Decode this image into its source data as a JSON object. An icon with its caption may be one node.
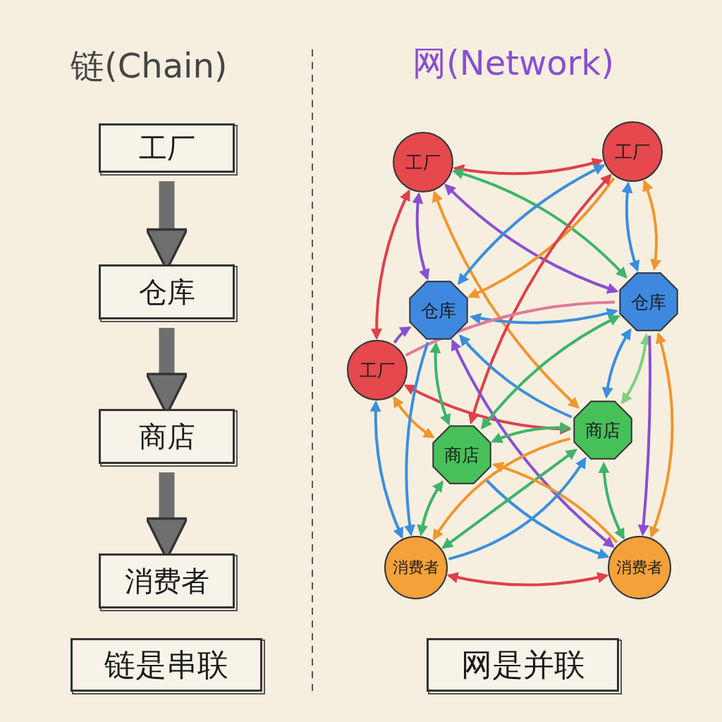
{
  "diagram": {
    "nodes": [
      {
        "text": [
          "工厂"
        ]
      },
      {
        "text": [
          "仓库"
        ]
      },
      {
        "text": [
          "商店"
        ]
      },
      {
        "text": [
          "消费者"
        ]
      },
      {
        "text": [
          "链是串联"
        ]
      },
      {
        "text": [
          "工厂"
        ]
      },
      {
        "text": [
          "工厂"
        ]
      },
      {
        "text": [
          "仓库"
        ]
      },
      {
        "text": [
          "仓库"
        ]
      },
      {
        "text": [
          "工厂"
        ]
      },
      {
        "text": [
          "商店"
        ]
      },
      {
        "text": [
          "商店"
        ]
      },
      {
        "text": [
          "消费者"
        ]
      },
      {
        "text": [
          "消费者"
        ]
      },
      {
        "text": [
          "网是并联"
        ]
      }
    ],
    "edges": [
      {
        "from": 0,
        "to": 1,
        "arrow": "to",
        "style": "thick",
        "color": "#6e6e6e"
      },
      {
        "from": 1,
        "to": 2,
        "arrow": "to",
        "style": "thick",
        "color": "#6e6e6e"
      },
      {
        "from": 2,
        "to": 3,
        "arrow": "to",
        "style": "thick",
        "color": "#6e6e6e"
      },
      {
        "from": 5,
        "to": 6,
        "arrow": "both",
        "color": "#e0404a"
      },
      {
        "from": 5,
        "to": 7,
        "arrow": "both",
        "color": "#8a4fd0"
      },
      {
        "from": 5,
        "to": 9,
        "arrow": "both",
        "color": "#e0404a"
      },
      {
        "from": 5,
        "to": 8,
        "arrow": "both",
        "color": "#8a4fd0"
      },
      {
        "from": 5,
        "to": 8,
        "arrow": "both",
        "color": "#3fb36a"
      },
      {
        "from": 5,
        "to": 10,
        "arrow": "both",
        "color": "#f0962e"
      },
      {
        "from": 6,
        "to": 7,
        "arrow": "both",
        "color": "#3a8fdc"
      },
      {
        "from": 6,
        "to": 7,
        "arrow": "to",
        "color": "#f0962e"
      },
      {
        "from": 6,
        "to": 11,
        "arrow": "both",
        "color": "#e0404a"
      },
      {
        "from": 6,
        "to": 8,
        "arrow": "both",
        "color": "#3a8fdc"
      },
      {
        "from": 6,
        "to": 8,
        "arrow": "both",
        "color": "#f0962e"
      },
      {
        "from": 7,
        "to": 8,
        "arrow": "both",
        "color": "#3a8fdc"
      },
      {
        "from": 9,
        "to": 7,
        "arrow": "to",
        "color": "#8a4fd0"
      },
      {
        "from": 9,
        "to": 8,
        "arrow": "none",
        "color": "#e07a9a"
      },
      {
        "from": 9,
        "to": 10,
        "arrow": "both",
        "color": "#e0404a"
      },
      {
        "from": 9,
        "to": 11,
        "arrow": "both",
        "color": "#f0962e"
      },
      {
        "from": 9,
        "to": 12,
        "arrow": "both",
        "color": "#3a8fdc"
      },
      {
        "from": 7,
        "to": 12,
        "arrow": "to",
        "color": "#3a8fdc"
      },
      {
        "from": 7,
        "to": 11,
        "arrow": "both",
        "color": "#3fb36a"
      },
      {
        "from": 7,
        "to": 13,
        "arrow": "both",
        "color": "#8a4fd0"
      },
      {
        "from": 10,
        "to": 7,
        "arrow": "to",
        "color": "#3a8fdc"
      },
      {
        "from": 8,
        "to": 11,
        "arrow": "both",
        "color": "#3fb36a"
      },
      {
        "from": 8,
        "to": 10,
        "arrow": "both",
        "color": "#3a8fdc"
      },
      {
        "from": 8,
        "to": 10,
        "arrow": "both",
        "color": "#7fd07a"
      },
      {
        "from": 8,
        "to": 13,
        "arrow": "to",
        "color": "#8a4fd0"
      },
      {
        "from": 8,
        "to": 13,
        "arrow": "both",
        "color": "#f0962e"
      },
      {
        "from": 11,
        "to": 10,
        "arrow": "both",
        "color": "#3fb36a"
      },
      {
        "from": 11,
        "to": 12,
        "arrow": "both",
        "color": "#3fb36a"
      },
      {
        "from": 11,
        "to": 13,
        "arrow": "to",
        "color": "#3a8fdc"
      },
      {
        "from": 10,
        "to": 12,
        "arrow": "to",
        "color": "#f0962e"
      },
      {
        "from": 10,
        "to": 12,
        "arrow": "both",
        "color": "#3fb36a"
      },
      {
        "from": 10,
        "to": 13,
        "arrow": "both",
        "color": "#3fb36a"
      },
      {
        "from": 13,
        "to": 11,
        "arrow": "to",
        "color": "#f0962e"
      },
      {
        "from": 12,
        "to": 10,
        "arrow": "to",
        "color": "#3a8fdc"
      },
      {
        "from": 12,
        "to": 13,
        "arrow": "both",
        "color": "#e0404a"
      }
    ],
    "labels": [
      "链(Chain)",
      "网(Network)"
    ]
  }
}
